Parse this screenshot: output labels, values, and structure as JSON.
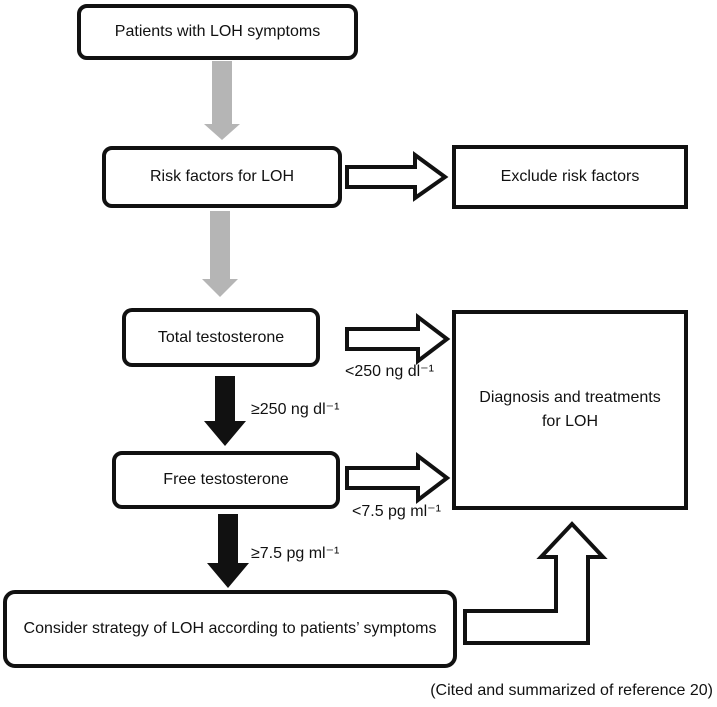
{
  "colors": {
    "ink": "#111111",
    "gray": "#b5b5b5",
    "paper": "#ffffff"
  },
  "nodes": {
    "patients": "Patients with LOH symptoms",
    "risk_factors": "Risk factors for LOH",
    "exclude_risk_factors": "Exclude risk factors",
    "total_testosterone": "Total testosterone",
    "free_testosterone": "Free testosterone",
    "diagnosis_line1": "Diagnosis and treatments",
    "diagnosis_line2": "for LOH",
    "consider_strategy": "Consider strategy of LOH according to patients’ symptoms"
  },
  "edge_labels": {
    "total_below_threshold": "<250 ng dl⁻¹",
    "total_above_threshold": "≥250 ng dl⁻¹",
    "free_below_threshold": "<7.5 pg ml⁻¹",
    "free_above_threshold": "≥7.5 pg ml⁻¹"
  },
  "caption": "(Cited and summarized of reference 20)"
}
